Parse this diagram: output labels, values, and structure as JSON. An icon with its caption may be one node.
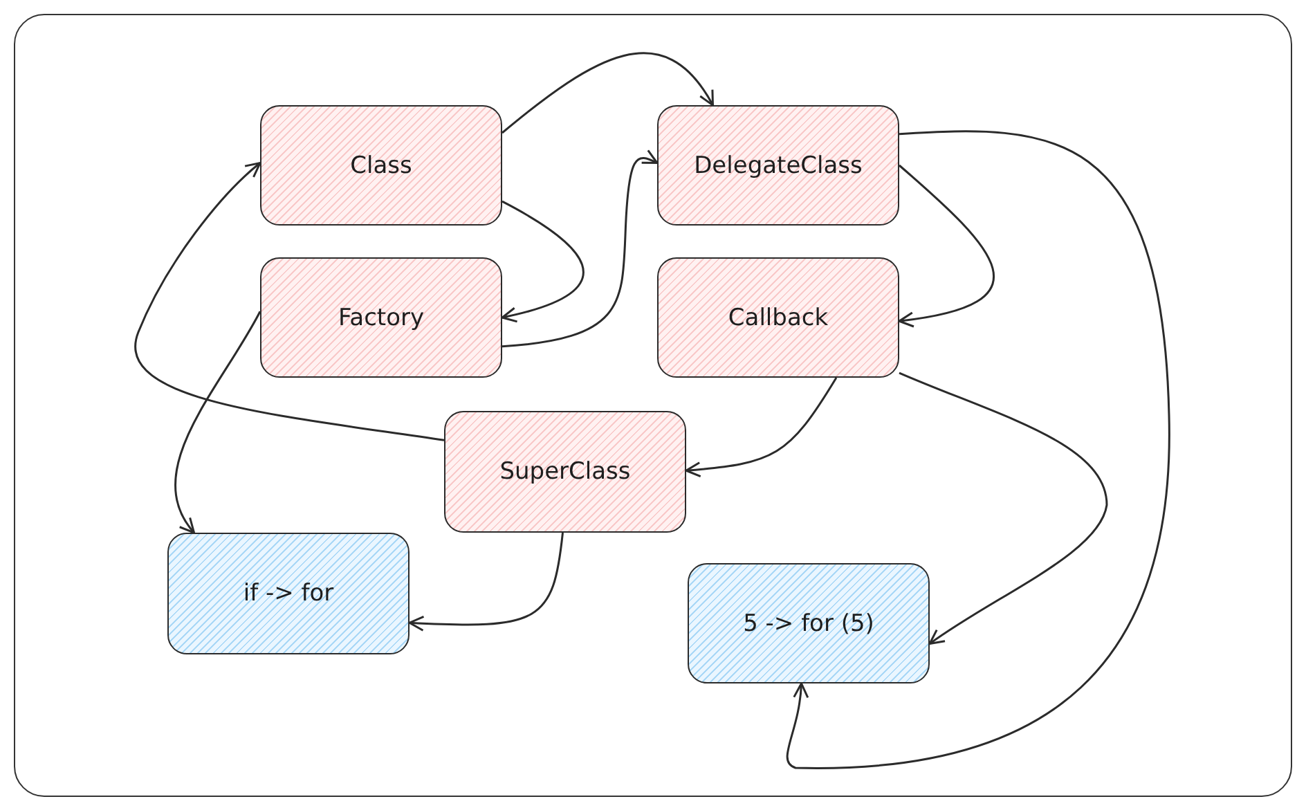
{
  "diagram": {
    "nodes": [
      {
        "text": [
          "Class"
        ]
      },
      {
        "text": [
          "DelegateClass"
        ]
      },
      {
        "text": [
          "Factory"
        ]
      },
      {
        "text": [
          "Callback"
        ]
      },
      {
        "text": [
          "SuperClass"
        ]
      },
      {
        "text": [
          "if -> for"
        ]
      },
      {
        "text": [
          "5 -> for (5)"
        ]
      }
    ],
    "edges": [
      {
        "from": 0,
        "to": 1,
        "arrow": "to"
      },
      {
        "from": 0,
        "to": 2,
        "arrow": "to"
      },
      {
        "from": 2,
        "to": 1,
        "arrow": "to"
      },
      {
        "from": 1,
        "to": 3,
        "arrow": "to"
      },
      {
        "from": 1,
        "to": 6,
        "arrow": "to"
      },
      {
        "from": 3,
        "to": 6,
        "arrow": "to"
      },
      {
        "from": 3,
        "to": 4,
        "arrow": "to"
      },
      {
        "from": 4,
        "to": 0,
        "arrow": "to"
      },
      {
        "from": 4,
        "to": 5,
        "arrow": "to"
      },
      {
        "from": 2,
        "to": 5,
        "arrow": "to"
      }
    ]
  }
}
